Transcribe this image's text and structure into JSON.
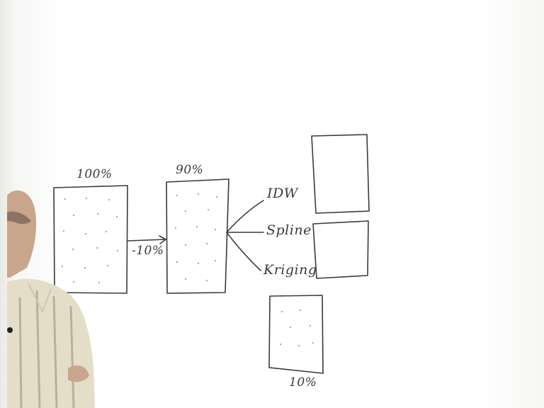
{
  "labels": {
    "total_percent": "100%",
    "train_percent": "90%",
    "holdout_step": "-10%",
    "method_idw": "IDW",
    "method_spline": "Spline",
    "method_kriging": "Kriging",
    "test_percent": "10%"
  },
  "colors": {
    "ink": "#3a3a3a",
    "board": "#ffffff"
  },
  "presenter": {
    "icon": "person-presenter-icon"
  }
}
